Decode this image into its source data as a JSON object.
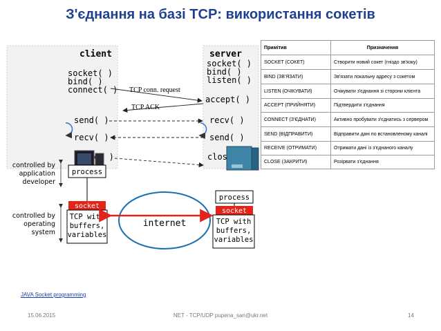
{
  "title": "З'єднання на базі TCP: використання сокетів",
  "client": {
    "heading": "client",
    "lines": [
      "socket( )",
      "bind( )",
      "connect( )"
    ],
    "send": "send( )",
    "recv": "recv( )",
    "close": "close( )"
  },
  "server": {
    "heading": "server",
    "lines": [
      "socket( )",
      "bind( )",
      "listen( )"
    ],
    "accept": "accept( )",
    "recv": "recv( )",
    "send": "send( )",
    "close": "close( )"
  },
  "messages": {
    "conn_request": "TCP conn. request",
    "ack": "TCP ACK"
  },
  "left_labels": {
    "app_controlled": [
      "controlled by",
      "application",
      "developer"
    ],
    "os_controlled": [
      "controlled by",
      "operating",
      "system"
    ]
  },
  "host_stack": {
    "process": "process",
    "socket": "socket",
    "tcp": [
      "TCP with",
      "buffers,",
      "variables"
    ]
  },
  "internet": "internet",
  "table": {
    "headers": [
      "Примітив",
      "Призначення"
    ],
    "rows": [
      [
        "SOCKET (СОКЕТ)",
        "Створити новий сокет (гніздо зв'язку)"
      ],
      [
        "BIND (ЗВ'ЯЗАТИ)",
        "Зв'язати локальну адресу з сокетом"
      ],
      [
        "LISTEN (ОЧІКУВАТИ)",
        "Очікувати з'єднання зі сторони клієнта"
      ],
      [
        "ACCEPT (ПРИЙНЯТИ)",
        "Підтвердити з'єднання"
      ],
      [
        "CONNECT (З'ЄДНАТИ)",
        "Активно пробувати з'єднатись з сервером"
      ],
      [
        "SEND (ВІДПРАВИТИ)",
        "Відправити дані по встановленому каналі"
      ],
      [
        "RECEIVE (ОТРИМАТИ)",
        "Отримати дані із з'єднаного каналу"
      ],
      [
        "CLOSE (ЗАКРИТИ)",
        "Розірвати з'єднання"
      ]
    ]
  },
  "link_text": "JAVA Socket programming",
  "footer": {
    "date": "15.06.2015",
    "center": "NET - TCP/UDP pupena_san@ukr.net",
    "page": "14"
  },
  "colors": {
    "title": "#1f3f8f",
    "socket_red": "#e2241a",
    "panel_bg": "#f2f2f2",
    "cycle_blue": "#3b78d8"
  }
}
